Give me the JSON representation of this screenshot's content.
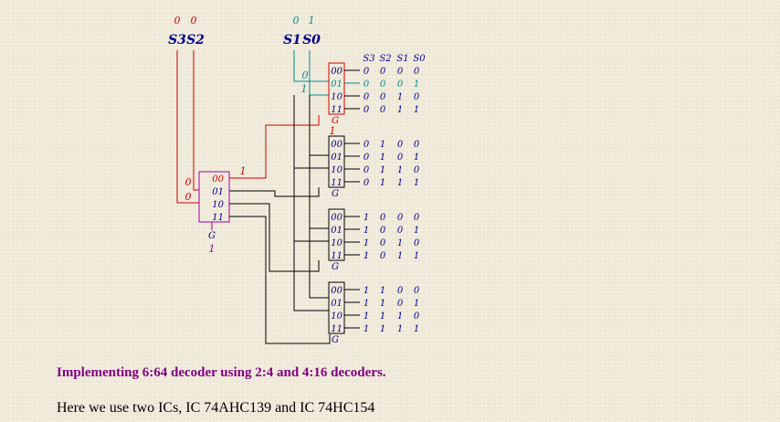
{
  "inputs": {
    "upper": {
      "bits": [
        "0",
        "0"
      ],
      "labels": [
        "S3",
        "S2"
      ]
    },
    "lower": {
      "bits": [
        "0",
        "1"
      ],
      "labels": [
        "S1",
        "S0"
      ]
    }
  },
  "select_header": [
    "S3",
    "S2",
    "S1",
    "S0"
  ],
  "decoder_2x4": {
    "outputs": [
      "00",
      "01",
      "10",
      "11"
    ],
    "enable_label": "G",
    "enable_value": "1",
    "input_values": [
      "0",
      "0"
    ],
    "active_output_value": "1"
  },
  "decoders_4x16": [
    {
      "outputs": [
        "00",
        "01",
        "10",
        "11"
      ],
      "enable_label": "G",
      "enable_value": "1",
      "input_values": [
        "0",
        "1"
      ],
      "truth": [
        [
          "0",
          "0",
          "0",
          "0"
        ],
        [
          "0",
          "0",
          "0",
          "1"
        ],
        [
          "0",
          "0",
          "1",
          "0"
        ],
        [
          "0",
          "0",
          "1",
          "1"
        ]
      ]
    },
    {
      "outputs": [
        "00",
        "01",
        "10",
        "11"
      ],
      "enable_label": "G",
      "truth": [
        [
          "0",
          "1",
          "0",
          "0"
        ],
        [
          "0",
          "1",
          "0",
          "1"
        ],
        [
          "0",
          "1",
          "1",
          "0"
        ],
        [
          "0",
          "1",
          "1",
          "1"
        ]
      ]
    },
    {
      "outputs": [
        "00",
        "01",
        "10",
        "11"
      ],
      "enable_label": "G",
      "truth": [
        [
          "1",
          "0",
          "0",
          "0"
        ],
        [
          "1",
          "0",
          "0",
          "1"
        ],
        [
          "1",
          "0",
          "1",
          "0"
        ],
        [
          "1",
          "0",
          "1",
          "1"
        ]
      ]
    },
    {
      "outputs": [
        "00",
        "01",
        "10",
        "11"
      ],
      "enable_label": "G",
      "truth": [
        [
          "1",
          "1",
          "0",
          "0"
        ],
        [
          "1",
          "1",
          "0",
          "1"
        ],
        [
          "1",
          "1",
          "1",
          "0"
        ],
        [
          "1",
          "1",
          "1",
          "1"
        ]
      ]
    }
  ],
  "colors": {
    "active": "#cc0000",
    "select": "#008b8b",
    "label": "#00008b",
    "decoder_box": "#a000a0",
    "wire": "#000000",
    "caption": "#800080"
  },
  "caption": "Implementing 6:64 decoder using 2:4 and 4:16 decoders.",
  "body_text": "Here we use two ICs, IC 74AHC139 and IC 74HC154"
}
